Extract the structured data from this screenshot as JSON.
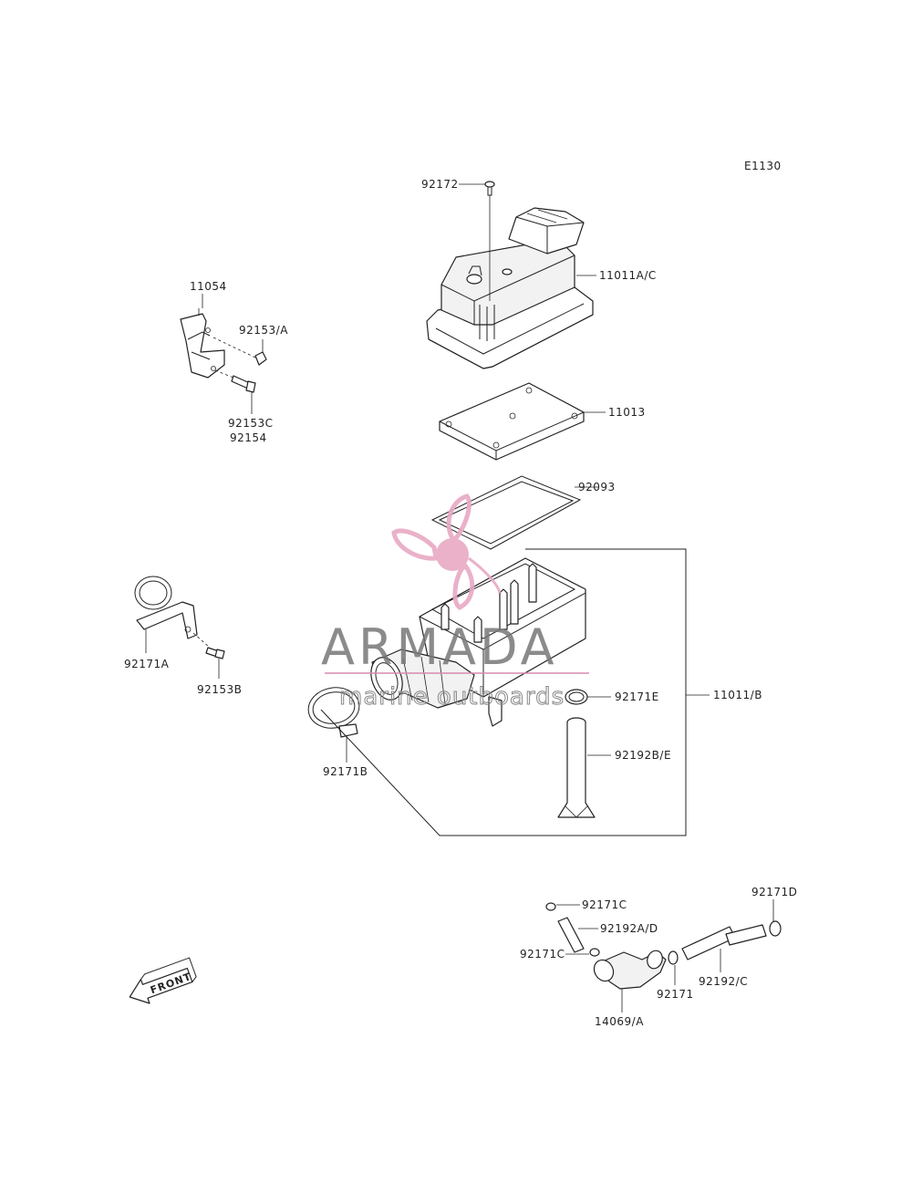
{
  "diagram_code": "E1130",
  "labels": {
    "p92172": "92172",
    "p11011ac": "11011A/C",
    "p11054": "11054",
    "p92153a": "92153/A",
    "p92153c": "92153C",
    "p92154": "92154",
    "p11013": "11013",
    "p92093": "92093",
    "p92171a": "92171A",
    "p92153b": "92153B",
    "p92171e": "92171E",
    "p11011b": "11011/B",
    "p92192be": "92192B/E",
    "p92171b": "92171B",
    "p92171c_top": "92171C",
    "p92192ad": "92192A/D",
    "p92171c_mid": "92171C",
    "p92171d": "92171D",
    "p92171": "92171",
    "p92192c": "92192/C",
    "p14069a": "14069/A"
  },
  "front_arrow_label": "FRONT",
  "watermark": {
    "brand": "ARMADA",
    "tagline": "marine outboards",
    "logo_color": "#e8a9c4",
    "logo_dark_color": "#d98ab0"
  }
}
